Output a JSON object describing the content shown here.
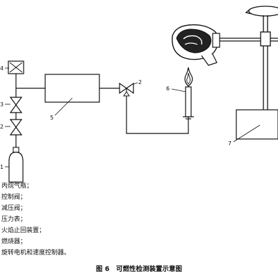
{
  "callouts": {
    "c1": "1",
    "c2": "2",
    "c2b": "2",
    "c3": "3",
    "c4": "4",
    "c5": "5",
    "c6": "6",
    "c7": "7"
  },
  "legend": [
    "丙烷气瓶；",
    "控制阀；",
    "减压阀；",
    "压力表；",
    "火焰止回装置；",
    "燃烧器；",
    "旋转电机和速度控制器。"
  ],
  "caption": "图 6　可燃性检测装置示意图"
}
